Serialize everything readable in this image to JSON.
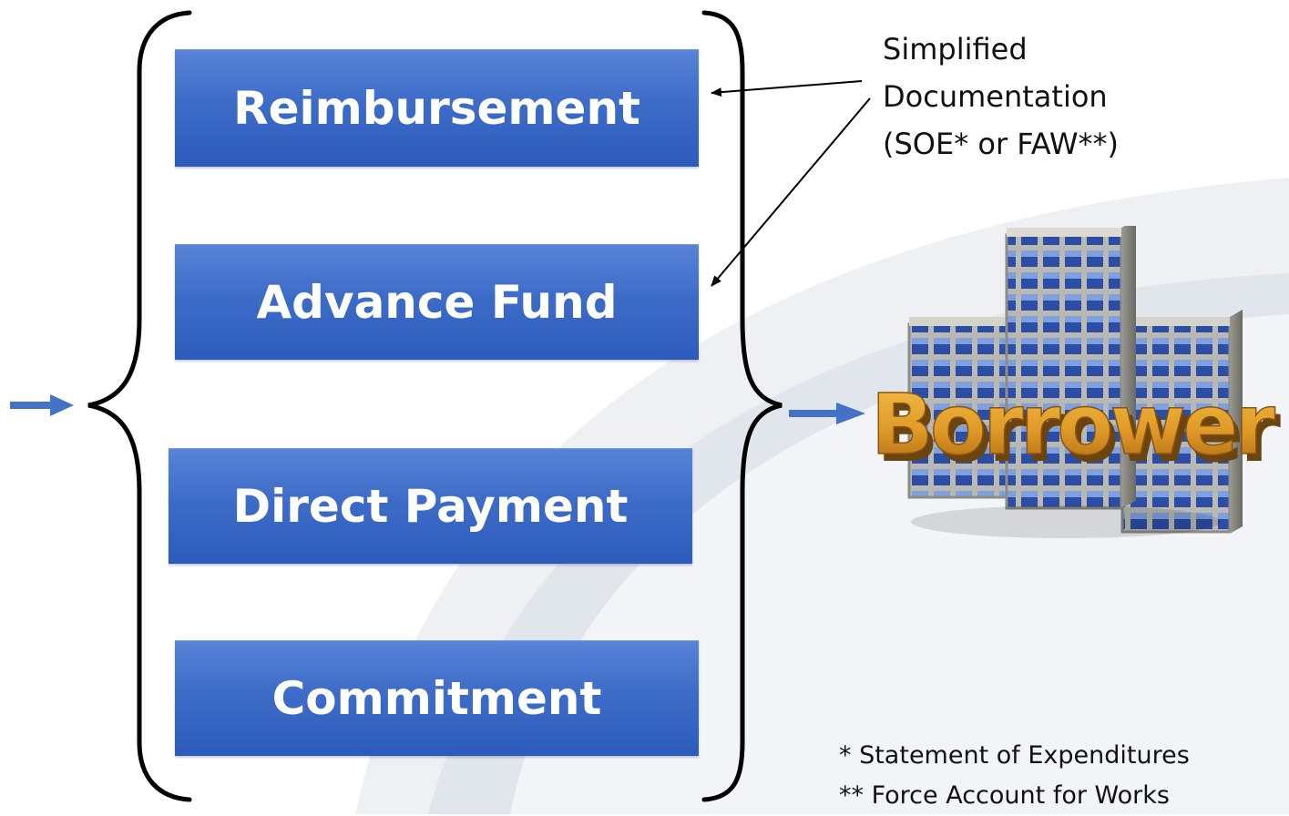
{
  "methods": [
    {
      "label": "Reimbursement"
    },
    {
      "label": "Advance Fund"
    },
    {
      "label": "Direct Payment"
    },
    {
      "label": "Commitment"
    }
  ],
  "annotation": {
    "line1": "Simplified",
    "line2": "Documentation",
    "line3": "(SOE* or FAW**)"
  },
  "borrower": {
    "label": "Borrower"
  },
  "footnotes": {
    "soe": "* Statement of Expenditures",
    "faw": "** Force Account for Works"
  },
  "colors": {
    "box_fill": "#3d6cc8",
    "arrow": "#4472c4",
    "borrower_text": "#e0a030",
    "building": "#c8c8c0",
    "window": "#2a4aa0"
  }
}
